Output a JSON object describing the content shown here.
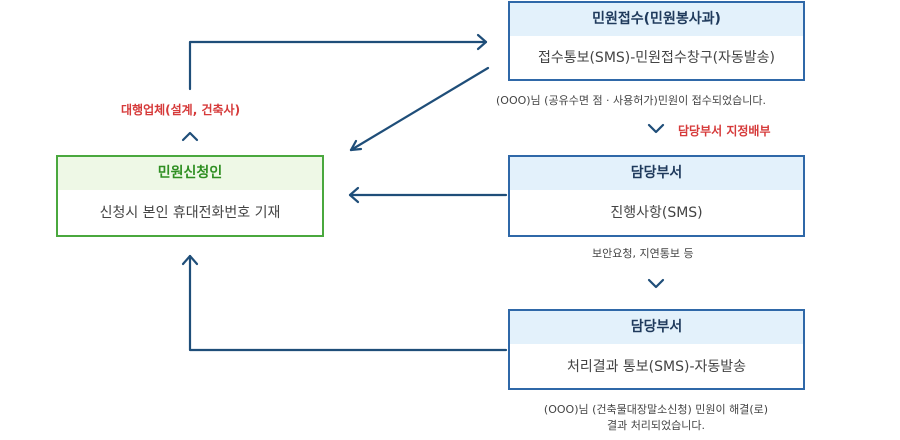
{
  "colors": {
    "arrow": "#1f4e79",
    "blue_border": "#2f68a8",
    "blue_header": "#e3f1fb",
    "green_border": "#4aa83e",
    "green_header": "#eef8e6",
    "red_label": "#d63a3a"
  },
  "nodes": {
    "applicant": {
      "title": "민원신청인",
      "body": "신청시 본인 휴대전화번호 기재"
    },
    "reception": {
      "title": "민원접수(민원봉사과)",
      "body": "접수통보(SMS)-민원접수창구(자동발송)"
    },
    "dept_progress": {
      "title": "담당부서",
      "body": "진행사항(SMS)"
    },
    "dept_result": {
      "title": "담당부서",
      "body": "처리결과 통보(SMS)-자동발송"
    }
  },
  "labels": {
    "agent": "대행업체(설계, 건축사)",
    "assign": "담당부서 지정배부"
  },
  "notes": {
    "reception": "(OOO)님 (공유수면 점 · 사용허가)민원이 접수되었습니다.",
    "progress": "보안요청, 지연통보 등",
    "result_line1": "(OOO)님 (건축물대장말소신청) 민원이 해결(로)",
    "result_line2": "결과 처리되었습니다."
  }
}
